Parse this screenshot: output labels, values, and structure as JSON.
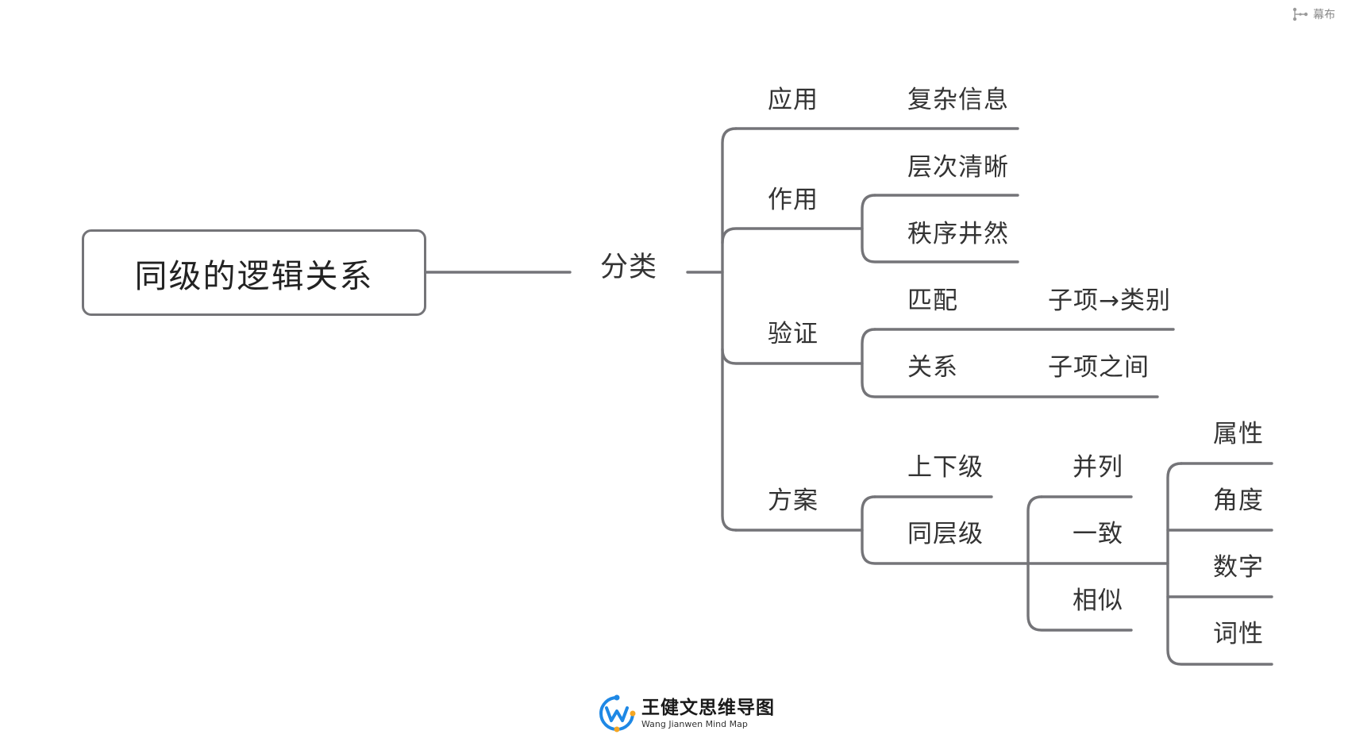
{
  "app": {
    "brand_name": "幕布",
    "brand_icon": "mindmap-icon"
  },
  "mindmap": {
    "root": "同级的逻辑关系",
    "level1": "分类",
    "branches": {
      "apply": {
        "label": "应用",
        "child": "复杂信息"
      },
      "effect": {
        "label": "作用",
        "children": [
          "层次清晰",
          "秩序井然"
        ]
      },
      "verify": {
        "label": "验证",
        "children": [
          {
            "label": "匹配",
            "child": "子项→类别"
          },
          {
            "label": "关系",
            "child": "子项之间"
          }
        ]
      },
      "plan": {
        "label": "方案",
        "children": [
          {
            "label": "上下级"
          },
          {
            "label": "同层级",
            "children": [
              {
                "label": "并列"
              },
              {
                "label": "一致",
                "children": [
                  "属性",
                  "角度",
                  "数字",
                  "词性"
                ]
              },
              {
                "label": "相似"
              }
            ]
          }
        ]
      }
    }
  },
  "footer": {
    "logo_title": "王健文思维导图",
    "logo_subtitle": "Wang Jianwen Mind Map"
  },
  "colors": {
    "line": "#747478",
    "text": "#333333",
    "background": "#ffffff",
    "logo_blue": "#1e88e5",
    "logo_orange": "#f5a623"
  }
}
